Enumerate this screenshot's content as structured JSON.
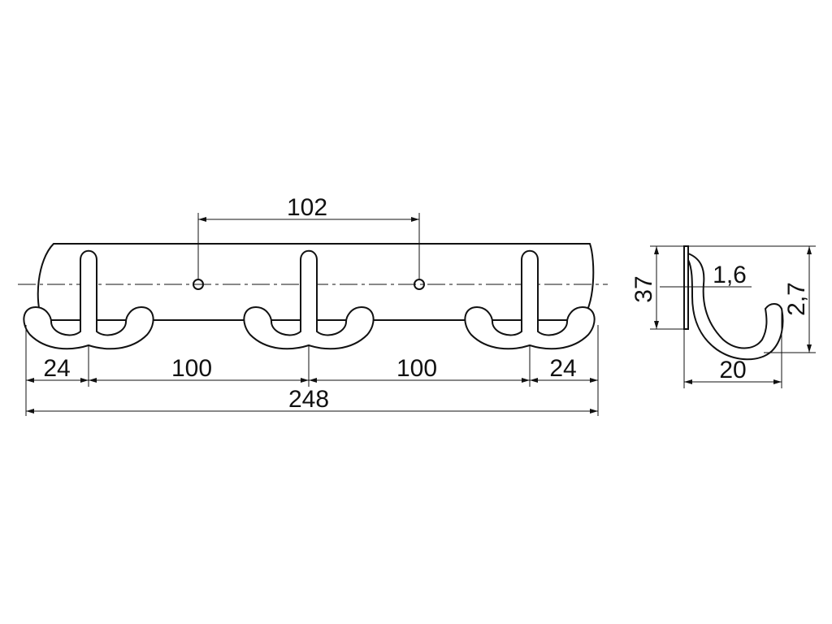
{
  "drawing": {
    "colors": {
      "line": "#111111",
      "background": "#ffffff"
    },
    "dimensions": {
      "hole_spacing": "102",
      "left_end": "24",
      "spacing_left": "100",
      "spacing_right": "100",
      "right_end": "24",
      "overall_length": "248",
      "height": "37",
      "thickness": "1,6",
      "wire": "2,7",
      "depth": "20"
    }
  }
}
